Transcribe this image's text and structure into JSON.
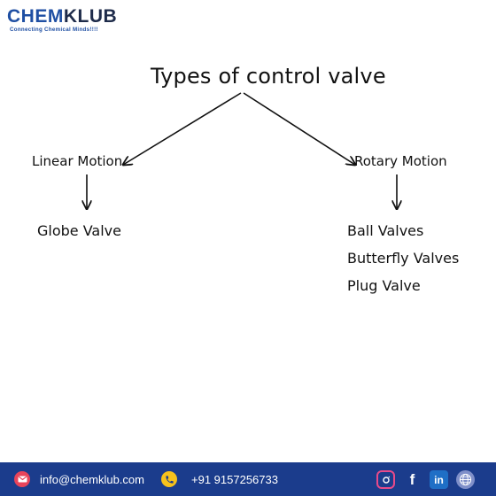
{
  "logo": {
    "part1": "CHEM",
    "part2": "KLUB",
    "tagline": "Connecting Chemical Minds!!!!",
    "colors": {
      "chem": "#1f4fa3",
      "klub": "#1e2b4a"
    }
  },
  "diagram": {
    "title": "Types of control valve",
    "branches": [
      {
        "label": "Linear Motion",
        "items": [
          "Globe Valve"
        ]
      },
      {
        "label": "Rotary Motion",
        "items": [
          "Ball Valves",
          "Butterfly Valves",
          "Plug Valve"
        ]
      }
    ]
  },
  "footer": {
    "email": "info@chemklub.com",
    "phone": "+91 9157256733",
    "background": "#1b3c8c",
    "icons": [
      "mail-icon",
      "phone-icon",
      "instagram-icon",
      "facebook-icon",
      "linkedin-icon",
      "globe-icon"
    ]
  }
}
